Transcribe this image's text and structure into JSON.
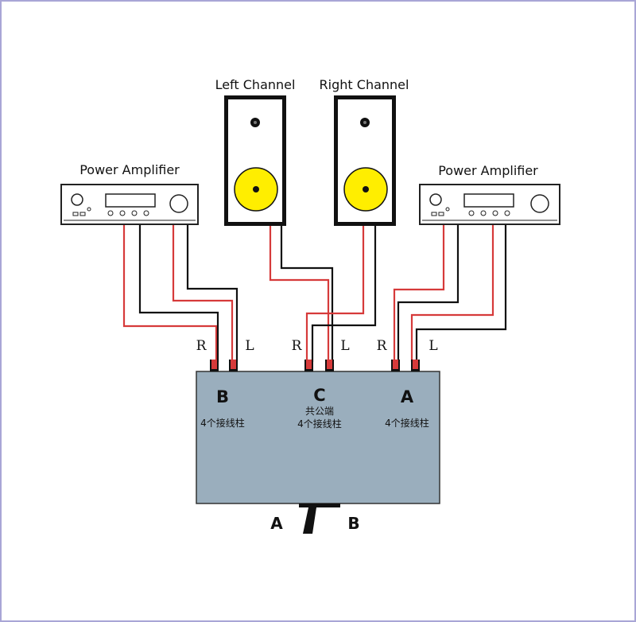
{
  "labels": {
    "left_channel": "Left Channel",
    "right_channel": "Right Channel",
    "amp_left": "Power Amplifier",
    "amp_right": "Power Amplifier"
  },
  "terminals": {
    "b_r": "R",
    "b_l": "L",
    "c_r": "R",
    "c_l": "L",
    "a_r": "R",
    "a_l": "L"
  },
  "switch_box": {
    "port_b": "B",
    "port_b_desc": "4个接线柱",
    "port_c": "C",
    "port_c_sub": "共公端",
    "port_c_desc": "4个接线柱",
    "port_a": "A",
    "port_a_desc": "4个接线柱",
    "toggle_a": "A",
    "toggle_b": "B"
  },
  "colors": {
    "box_fill": "#9aaebd",
    "speaker_cone": "#ffee00",
    "wire_red": "#d63a3a",
    "wire_black": "#111111",
    "frame_border": "#a9a6d6"
  }
}
